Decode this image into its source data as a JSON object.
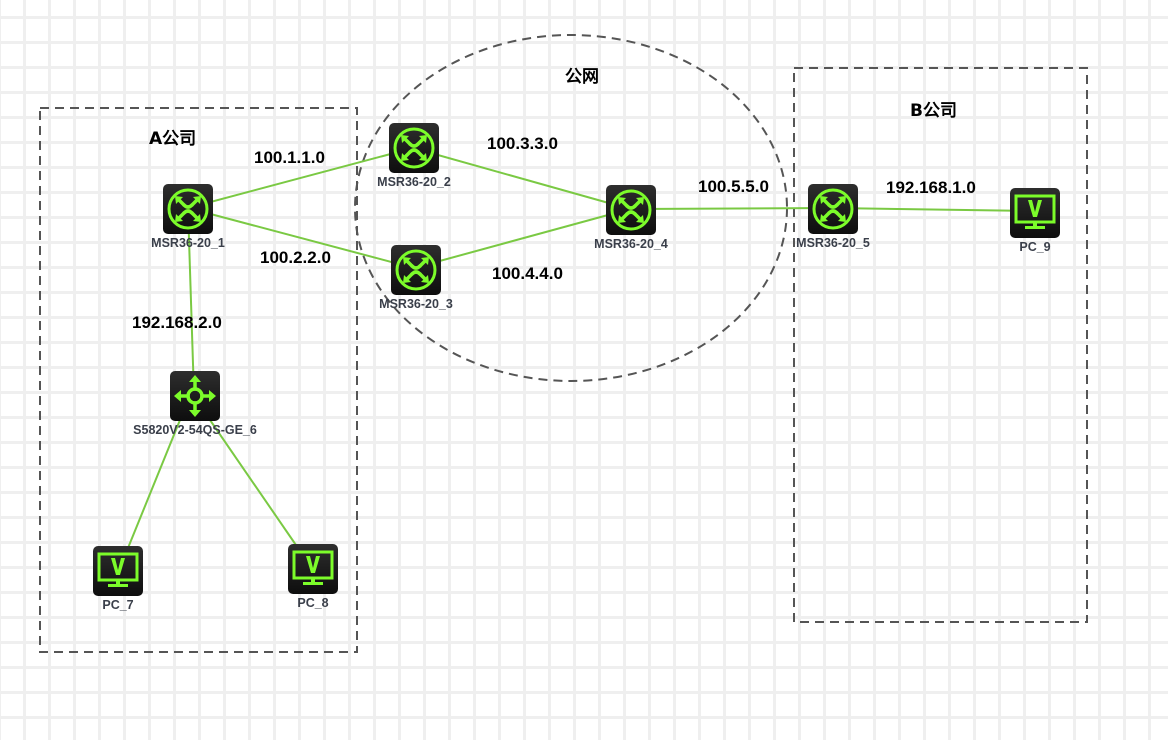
{
  "colors": {
    "link": "#7ac943",
    "icon_accent": "#7cfc2a",
    "region_border": "#555555",
    "tile_bg": "#1e1e1e",
    "label_text": "#3a3f4a"
  },
  "regions": [
    {
      "id": "company-a",
      "title": "A公司",
      "shape": "rectangle"
    },
    {
      "id": "public-net",
      "title": "公网",
      "shape": "ellipse"
    },
    {
      "id": "company-b",
      "title": "B公司",
      "shape": "rectangle"
    }
  ],
  "devices": [
    {
      "id": "r1",
      "label": "MSR36-20_1",
      "type": "router"
    },
    {
      "id": "r2",
      "label": "MSR36-20_2",
      "type": "router"
    },
    {
      "id": "r3",
      "label": "MSR36-20_3",
      "type": "router"
    },
    {
      "id": "r4",
      "label": "MSR36-20_4",
      "type": "router"
    },
    {
      "id": "r5",
      "label": "MSR36-20_5",
      "type": "router"
    },
    {
      "id": "sw6",
      "label": "S5820V2-54QS-GE_6",
      "type": "switch"
    },
    {
      "id": "pc7",
      "label": "PC_7",
      "type": "pc"
    },
    {
      "id": "pc8",
      "label": "PC_8",
      "type": "pc"
    },
    {
      "id": "pc9",
      "label": "PC_9",
      "type": "pc"
    }
  ],
  "links": [
    {
      "from": "r1",
      "to": "r2",
      "network": "100.1.1.0"
    },
    {
      "from": "r1",
      "to": "r3",
      "network": "100.2.2.0"
    },
    {
      "from": "r2",
      "to": "r4",
      "network": "100.3.3.0"
    },
    {
      "from": "r3",
      "to": "r4",
      "network": "100.4.4.0"
    },
    {
      "from": "r4",
      "to": "r5",
      "network": "100.5.5.0"
    },
    {
      "from": "r5",
      "to": "pc9",
      "network": "192.168.1.0"
    },
    {
      "from": "r1",
      "to": "sw6",
      "network": "192.168.2.0"
    },
    {
      "from": "sw6",
      "to": "pc7",
      "network": ""
    },
    {
      "from": "sw6",
      "to": "pc8",
      "network": ""
    }
  ]
}
